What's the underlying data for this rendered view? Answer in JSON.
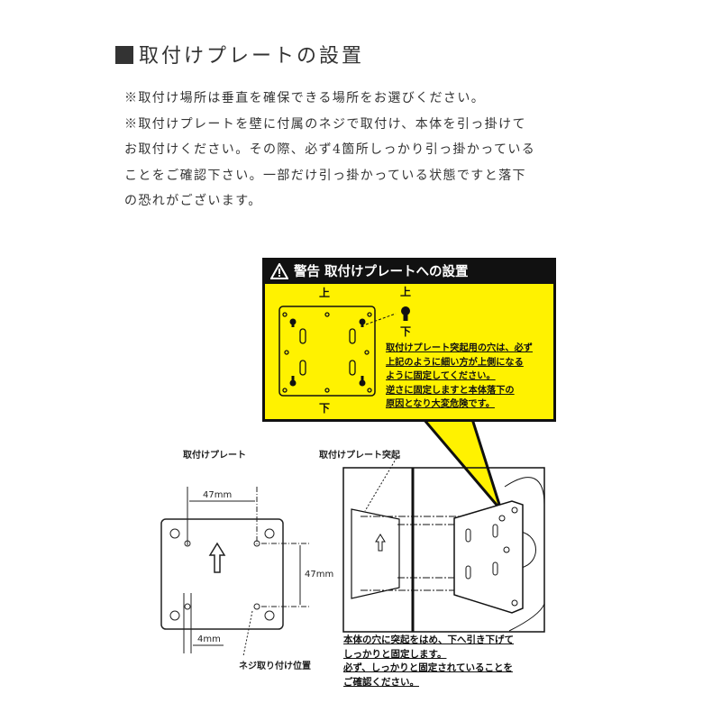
{
  "title": "取付けプレートの設置",
  "notes": [
    "※取付け場所は垂直を確保できる場所をお選びください。",
    "※取付けプレートを壁に付属のネジで取付け、本体を引っ掛けて",
    "お取付けください。その際、必ず4箇所しっかり引っ掛かっている",
    "ことをご確認下さい。一部だけ引っ掛かっている状態ですと落下",
    "の恐れがございます。"
  ],
  "warning": {
    "icon": "warning-triangle-icon",
    "title": "警告  取付けプレートへの設置",
    "plate_top_label": "上",
    "plate_bottom_label": "下",
    "keyhole_top_label": "上",
    "keyhole_bottom_label": "下",
    "text": [
      "取付けプレート突起用の穴は、必ず",
      "上記のように細い方が上側になる",
      "ように固定してください。",
      "逆さに固定しますと本体落下の",
      "原因となり大変危険です。"
    ],
    "colors": {
      "background": "#fff200",
      "header": "#111111"
    }
  },
  "plate_diagram": {
    "label": "取付けプレート",
    "width_dim": "47mm",
    "height_dim": "47mm",
    "offset_dim": "4mm",
    "screw_label": "ネジ取り付け位置"
  },
  "mount_diagram": {
    "label": "取付けプレート突起",
    "instructions": [
      "本体の穴に突起をはめ、下へ引き下げて",
      "しっかりと固定します。",
      "必ず、しっかりと固定されていることを",
      "ご確認ください。"
    ]
  }
}
